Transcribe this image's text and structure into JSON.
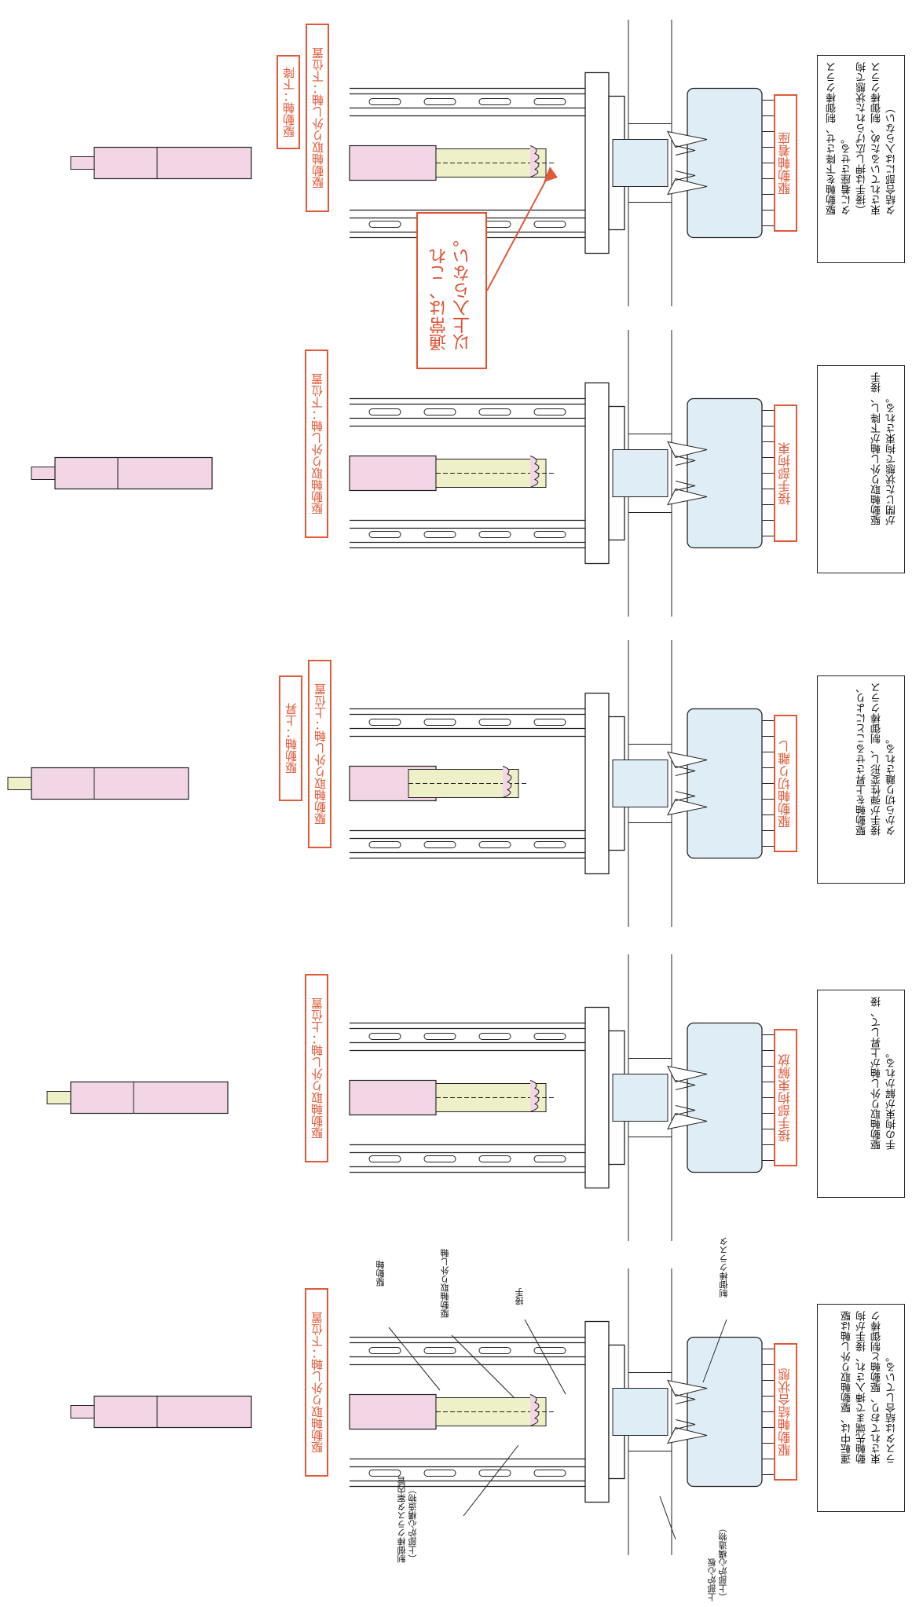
{
  "panels": [
    {
      "title": "駆動軸結合状態",
      "labels": [
        "駆動軸取り外し軸：下位置"
      ],
      "description": "運転中は、駆動軸取り外し軸は駆\n動軸先端まで挿入され、接手が拘\n束されており、駆動軸と制御棒ク\nラスタは結合している。",
      "state": "down"
    },
    {
      "title": "接手部拘束解放",
      "labels": [
        "駆動軸取り外し軸：上位置"
      ],
      "description": "駆動軸取り外し軸が上昇して、接\n手の拘束が解かれる。",
      "state": "up"
    },
    {
      "title": "駆動軸切り離し",
      "labels": [
        "駆動軸：上昇",
        "駆動軸取り外し軸：上位置"
      ],
      "description": "駆動軸を上昇させることにより、\n接手が弾性変形し、制御棒クラス\nタから切り離される。",
      "state": "raised"
    },
    {
      "title": "接手部拘束",
      "labels": [
        "駆動軸取り外し軸：下位置"
      ],
      "description": "駆動軸取り外し軸が下降し、接手\nが閉じた状態で拘束される。",
      "state": "closed"
    },
    {
      "title": "駆動軸着座",
      "labels": [
        "駆動軸：下降",
        "駆動軸取り外し軸：下位置"
      ],
      "description": "駆動軸を下降させ、制御棒クラス\nタに着座させる。\n（接手は押し広げられた状態で拘\n束されているため、制御棒クラス\nタ結合部には入らない）",
      "state": "seated"
    }
  ],
  "annotations": {
    "drive_shaft": "駆動軸",
    "removal_shaft": "駆動軸取り外し軸",
    "coupling": "接手",
    "rcc": "制御棒クラスタ",
    "guide_tube": "制御棒クラスタ案内管\n（上部炉心構造物）",
    "upper_core_plate": "上部炉心板\n（上部炉心構造物）"
  },
  "callout": "通常は、これ\n以上入らない。",
  "colors": {
    "accent": "#e05a3a",
    "shaft_pink": "#f2d6e6",
    "shaft_yellow": "#eef0c8",
    "fuel_blue": "#dfeef6",
    "line": "#222222"
  }
}
